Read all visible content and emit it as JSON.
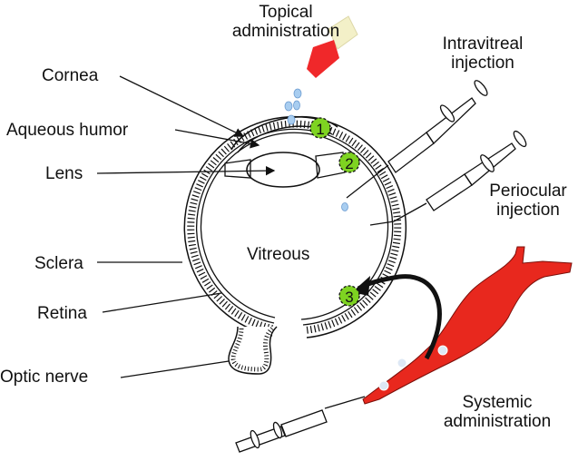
{
  "diagram": {
    "title": "Routes of ocular drug administration",
    "anatomy_labels": {
      "cornea": "Cornea",
      "aqueous_humor": "Aqueous humor",
      "lens": "Lens",
      "sclera": "Sclera",
      "retina": "Retina",
      "optic_nerve": "Optic nerve",
      "vitreous": "Vitreous"
    },
    "routes": {
      "topical": [
        "Topical",
        "administration"
      ],
      "intravitreal": [
        "Intravitreal",
        "injection"
      ],
      "periocular": [
        "Periocular",
        "injection"
      ],
      "systemic": [
        "Systemic",
        "administration"
      ]
    },
    "barrier_markers": [
      "1",
      "2",
      "3"
    ],
    "colors": {
      "marker_fill": "#7ed321",
      "vessel_red": "#e8281e",
      "dropper_red": "#f0282a",
      "dropper_cap": "#f3f0c8",
      "drop_blue": "#a8cdf0",
      "ink": "#111111"
    }
  }
}
